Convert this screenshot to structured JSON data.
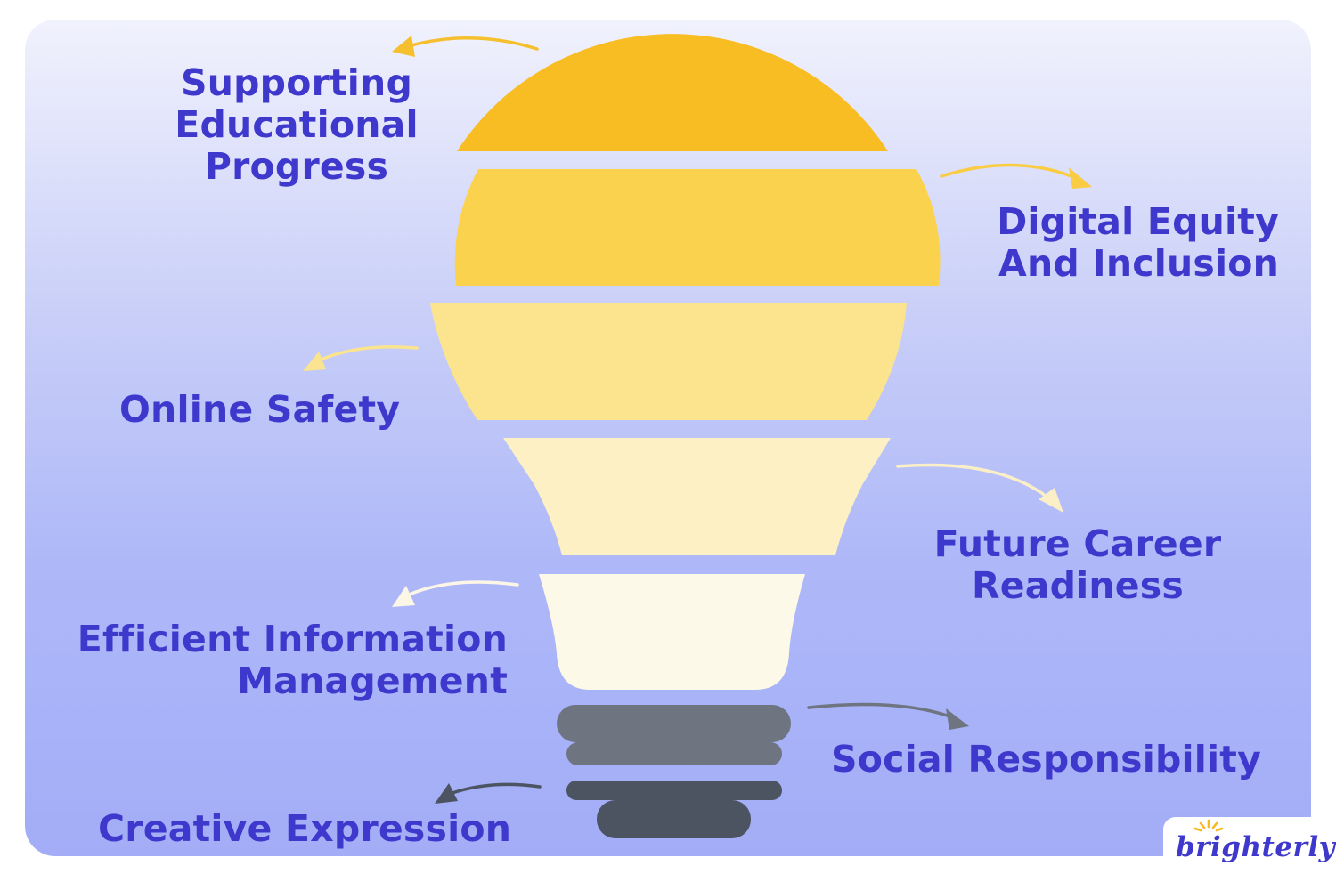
{
  "labels": {
    "supporting_educational_progress": [
      "Supporting",
      "Educational",
      "Progress"
    ],
    "digital_equity_and_inclusion": [
      "Digital Equity",
      "And Inclusion"
    ],
    "online_safety": [
      "Online Safety"
    ],
    "future_career_readiness": [
      "Future Career",
      "Readiness"
    ],
    "efficient_information_management": [
      "Efficient Information",
      "Management"
    ],
    "social_responsibility": [
      "Social Responsibility"
    ],
    "creative_expression": [
      "Creative Expression"
    ]
  },
  "brand": {
    "name": "brighterly",
    "logo_color": "#3f38cc",
    "sun_color": "#f7b924"
  },
  "colors": {
    "label_text": "#3f38cc",
    "segment_1": "#f8bd23",
    "segment_2": "#fbd24d",
    "segment_3": "#fbe48d",
    "segment_4": "#fcf0c4",
    "segment_5": "#fdf9e8",
    "base_light": "#6e7480",
    "base_dark": "#4c5462"
  }
}
